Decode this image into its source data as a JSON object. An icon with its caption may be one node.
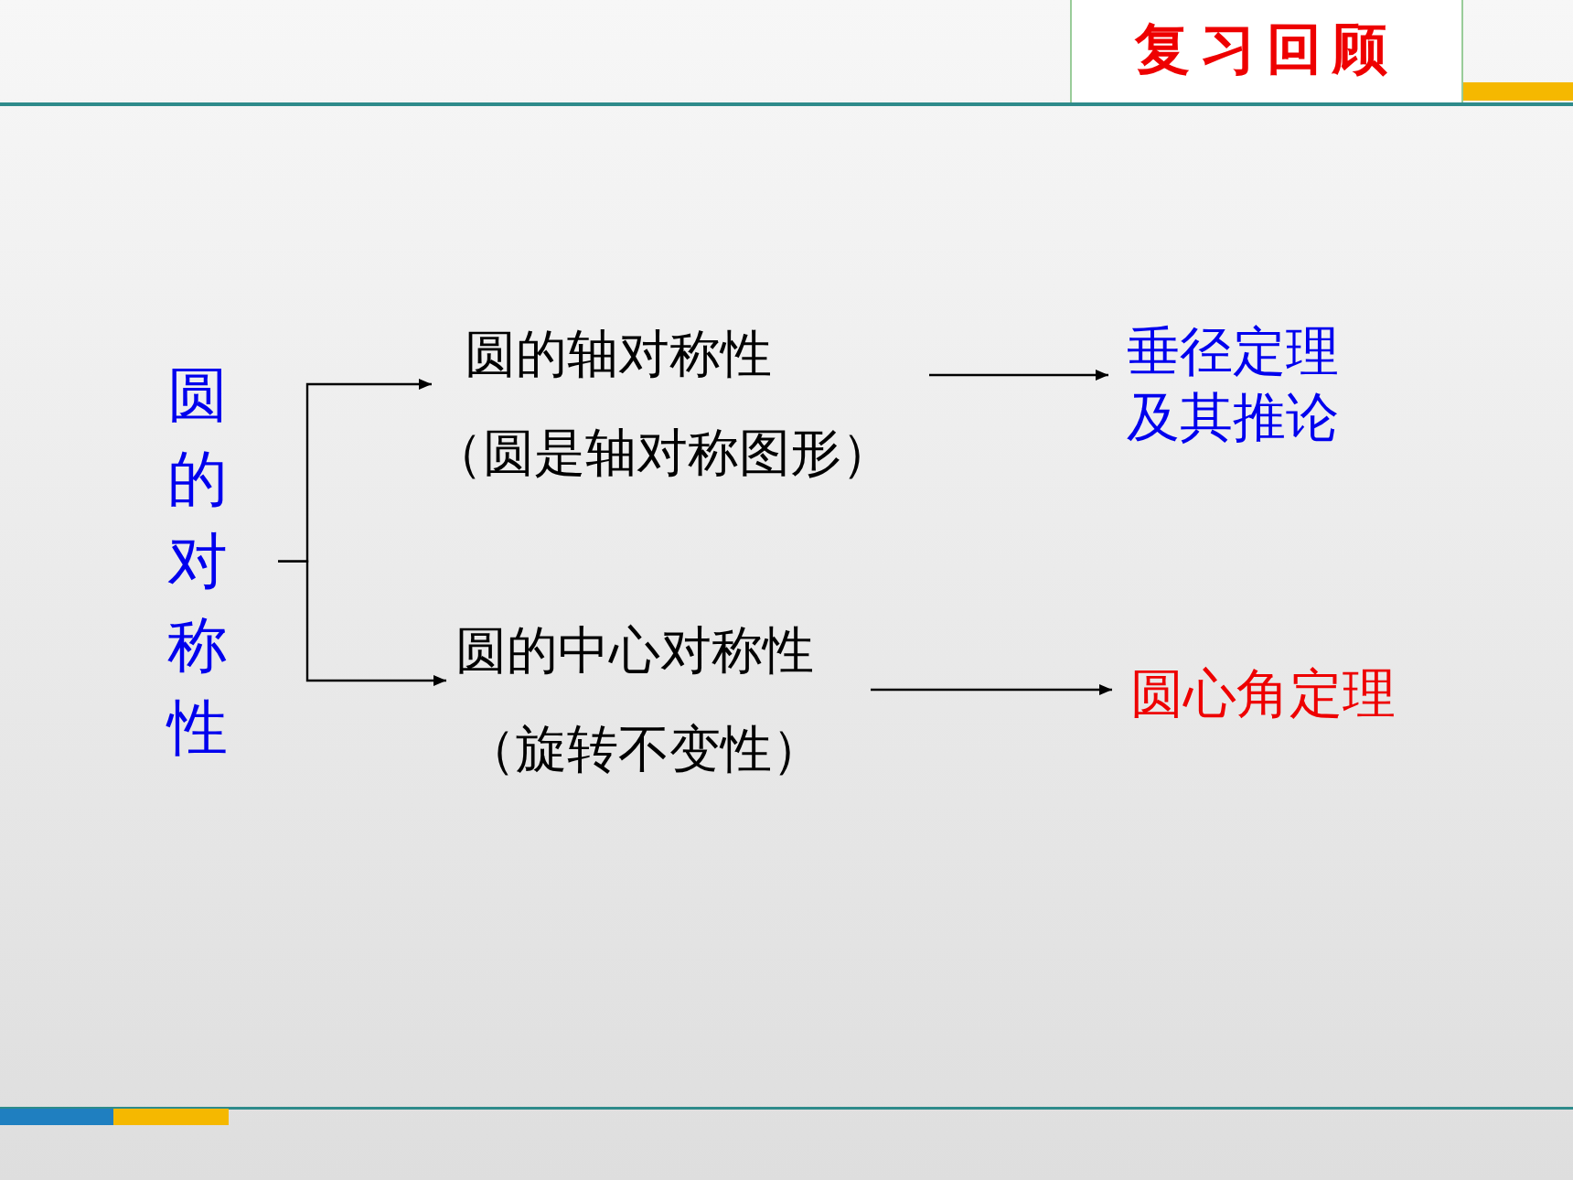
{
  "diagram": {
    "title": "复习回顾",
    "nodes": [
      {
        "text": [
          "圆的对称性"
        ]
      },
      {
        "text": [
          "圆的轴对称性",
          "（圆是轴对称图形）"
        ]
      },
      {
        "text": [
          "垂径定理及其推论"
        ]
      },
      {
        "text": [
          "圆的中心对称性",
          "（旋转不变性）"
        ]
      },
      {
        "text": [
          "圆心角定理"
        ]
      }
    ],
    "edges": [
      {
        "from": 0,
        "to": 1,
        "arrow": "to"
      },
      {
        "from": 0,
        "to": 3,
        "arrow": "to"
      },
      {
        "from": 1,
        "to": 2,
        "arrow": "to"
      },
      {
        "from": 3,
        "to": 4,
        "arrow": "to"
      }
    ]
  }
}
